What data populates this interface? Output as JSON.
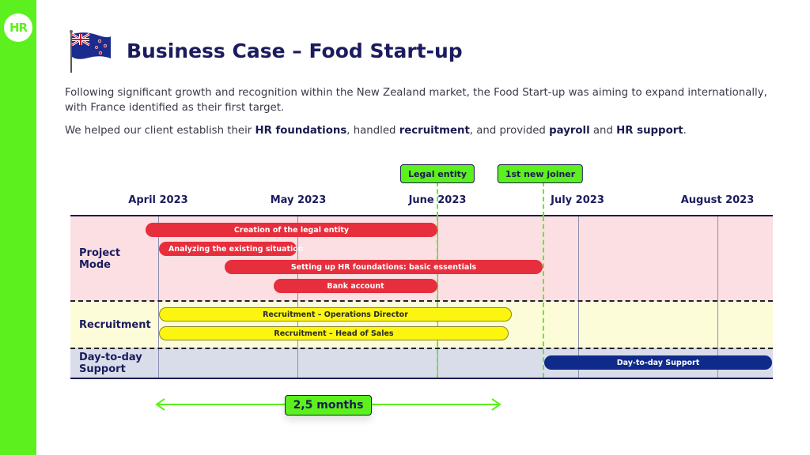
{
  "brand": {
    "logo_text": "HR",
    "accent": "#5cf01e"
  },
  "title": "Business Case – Food Start-up",
  "flag_icon": "new-zealand-flag-icon",
  "intro": {
    "p1": "Following significant growth and recognition within the New Zealand market, the Food Start-up was aiming to expand internationally, with France identified as their first target.",
    "p2_pre": "We helped our client establish their ",
    "p2_b1": "HR foundations",
    "p2_m1": ", handled ",
    "p2_b2": "recruitment",
    "p2_m2": ", and provided ",
    "p2_b3": "payroll",
    "p2_m3": " and ",
    "p2_b4": "HR support",
    "p2_post": "."
  },
  "timeline": {
    "months": [
      "April 2023",
      "May 2023",
      "June 2023",
      "July 2023",
      "August 2023"
    ],
    "milestones": [
      "Legal entity",
      "1st new joiner"
    ],
    "rows": [
      "Project Mode",
      "Recruitment",
      "Day-to-day Support"
    ],
    "tasks": [
      "Creation of the legal entity",
      "Analyzing the existing situation",
      "Setting up HR foundations: basic essentials",
      "Bank account",
      "Recruitment – Operations Director",
      "Recruitment – Head of Sales",
      "Day-to-day Support"
    ],
    "duration": "2,5 months"
  },
  "colors": {
    "navy": "#1b1b5e",
    "red": "#e62e3c",
    "yellow": "#fcf50f",
    "dark_blue": "#0e2a8a",
    "green": "#5cf01e"
  }
}
